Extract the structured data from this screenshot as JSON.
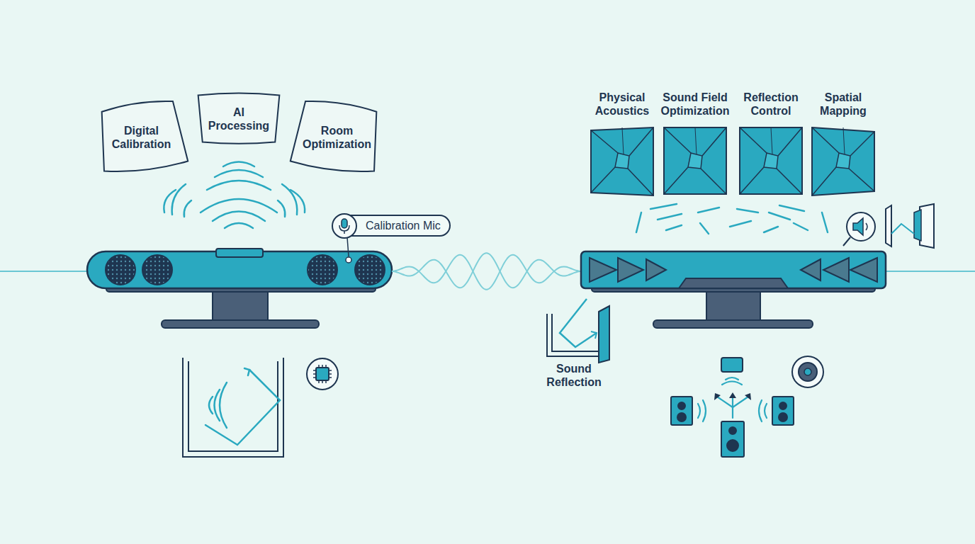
{
  "diagram": {
    "nodes": [
      {
        "text": [
          "Digital Calibration"
        ]
      },
      {
        "text": [
          "AI Processing"
        ]
      },
      {
        "text": [
          "Room Optimization"
        ]
      },
      {
        "text": [
          "Calibration Mic"
        ]
      },
      {
        "text": [
          "Physical Acoustics"
        ]
      },
      {
        "text": [
          "Sound Field Optimization"
        ]
      },
      {
        "text": [
          "Reflection Control"
        ]
      },
      {
        "text": [
          "Spatial Mapping"
        ]
      }
    ],
    "labels": [
      "Sound Reflection"
    ]
  }
}
